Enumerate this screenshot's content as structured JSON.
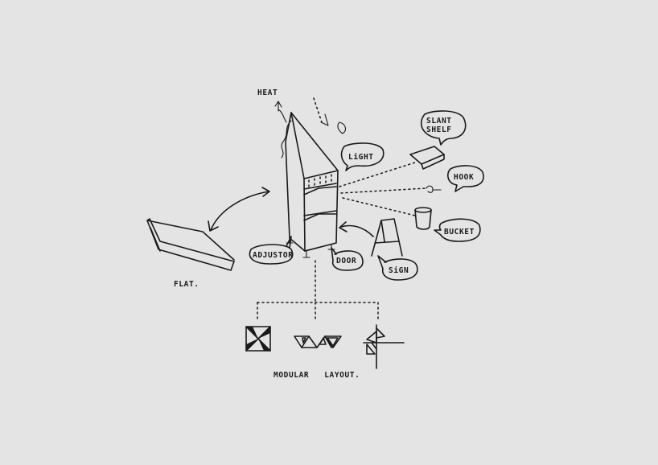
{
  "labels": {
    "heat": "HEAT",
    "light": "LiGHT",
    "slant_shelf_line1": "SLANT",
    "slant_shelf_line2": "SHELF",
    "hook": "HOOK",
    "bucket": "BUCKET",
    "sign": "SiGN",
    "door": "DOOR",
    "adjustor": "ADJUSTOR",
    "flat": "FLAT.",
    "modular_layout": "MODULAR   LAYOUT."
  },
  "colors": {
    "background": "#e4e4e4",
    "ink": "#1a1a1a"
  }
}
